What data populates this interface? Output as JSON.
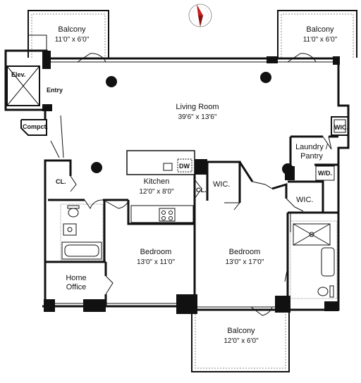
{
  "rooms": {
    "balcony_nw": {
      "name": "Balcony",
      "dims": "11'0\" x 6'0\""
    },
    "balcony_ne": {
      "name": "Balcony",
      "dims": "11'0\" x 6'0\""
    },
    "balcony_s": {
      "name": "Balcony",
      "dims": "12'0\" x 6'0\""
    },
    "living": {
      "name": "Living Room",
      "dims": "39'6\" x 13'6\""
    },
    "kitchen": {
      "name": "Kitchen",
      "dims": "12'0\" x 8'0\""
    },
    "bedroom_1": {
      "name": "Bedroom",
      "dims": "13'0\" x 11'0\""
    },
    "bedroom_2": {
      "name": "Bedroom",
      "dims": "13'0\" x 17'0\""
    },
    "home_office": {
      "name_line1": "Home",
      "name_line2": "Office"
    },
    "laundry": {
      "line1": "Laundry /",
      "line2": "Pantry"
    }
  },
  "small_labels": {
    "elev": "Elev.",
    "entry": "Entry",
    "compct": "Compct.",
    "cl_left": "CL.",
    "cl_kitchen": "CL.",
    "wic_top": "WIC.",
    "wic_mid": "WIC.",
    "wic_right": "WIC.",
    "dw": "DW",
    "wd": "W/D."
  },
  "colors": {
    "wall": "#111111",
    "compass": "#c81e1e"
  },
  "icons": {
    "compass": "compass-icon"
  }
}
